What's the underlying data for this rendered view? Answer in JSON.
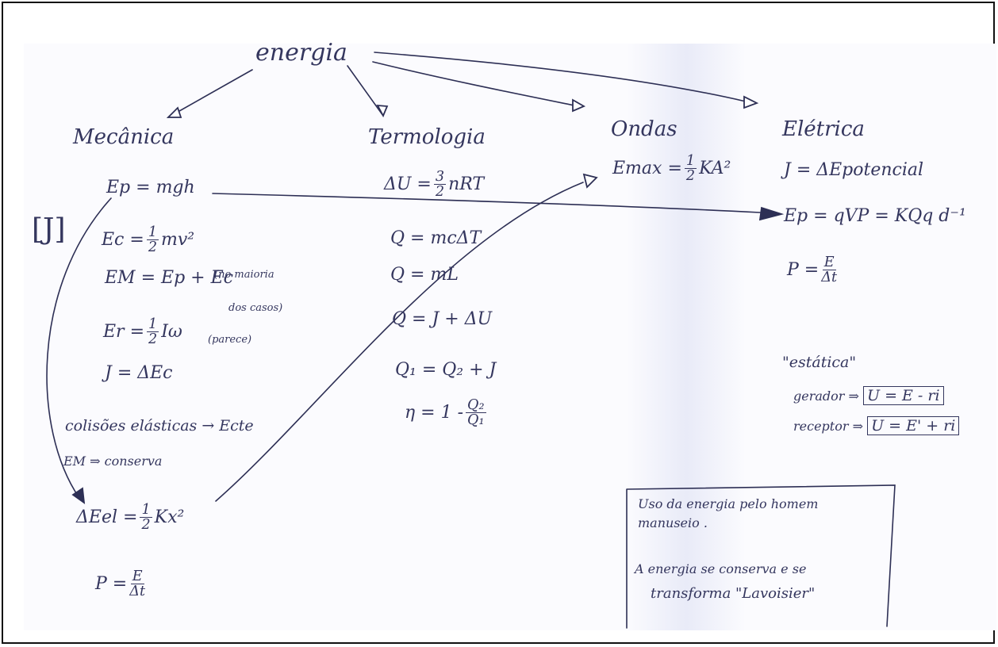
{
  "root": {
    "label": "energia"
  },
  "branches": {
    "mecanica": {
      "label": "Mecânica",
      "unit_bracket": "[J]",
      "ep": "Ep = mgh",
      "ec_left": "Ec =",
      "ec_num": "1",
      "ec_den": "2",
      "ec_right": "mv²",
      "em": "EM = Ep + Ec",
      "em_note_1": "(no maioria",
      "em_note_2": "dos casos)",
      "er_left": "Er =",
      "er_num": "1",
      "er_den": "2",
      "er_right": "Iω",
      "er_note": "(parece)",
      "trabalho": "J = ΔEc",
      "colisoes": "colisões elásticas → Ecte",
      "conserva": "EM ⇒ conserva",
      "eel_left": "ΔEel =",
      "eel_num": "1",
      "eel_den": "2",
      "eel_right": "Kx²",
      "p_left": "P =",
      "p_num": "E",
      "p_den": "Δt"
    },
    "termologia": {
      "label": "Termologia",
      "du_left": "ΔU =",
      "du_num": "3",
      "du_den": "2",
      "du_right": "nRT",
      "q1": "Q = mcΔT",
      "q2": "Q = mL",
      "q3": "Q = J + ΔU",
      "q4": "Q₁ = Q₂ + J",
      "eta_left": "η = 1 -",
      "eta_num": "Q₂",
      "eta_den": "Q₁"
    },
    "ondas": {
      "label": "Ondas",
      "e_left": "Emax =",
      "e_num": "1",
      "e_den": "2",
      "e_right": "KA²"
    },
    "eletrica": {
      "label": "Elétrica",
      "trabalho": "J = ΔEpotencial",
      "ep": "Ep = qVP = KQq d⁻¹",
      "p_left": "P =",
      "p_num": "E",
      "p_den": "Δt",
      "estatica": "\"estática\"",
      "gerador_label": "gerador ⇒",
      "gerador_eq": "U = E - ri",
      "receptor_label": "receptor ⇒",
      "receptor_eq": "U = E' + ri"
    }
  },
  "note": {
    "line1": "Uso da energia pelo homem",
    "line2": "manuseio .",
    "line3": "A energia  se conserva e se",
    "line4": "transforma  \"Lavoisier\""
  },
  "colors": {
    "ink": "#34365e",
    "paper": "#fbfbfe",
    "frame": "#111111"
  }
}
